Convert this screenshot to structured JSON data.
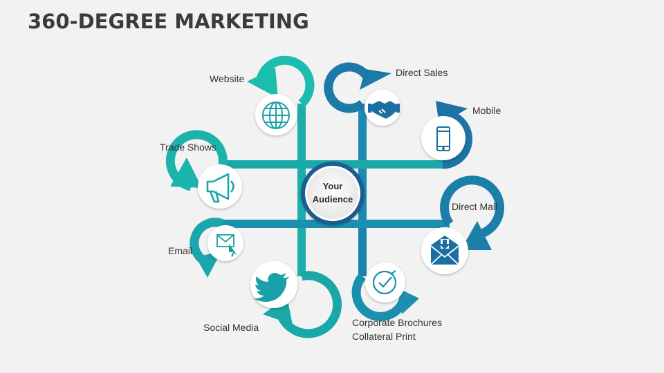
{
  "title": "360-DEGREE MARKETING",
  "center": {
    "line1": "Your",
    "line2": "Audience"
  },
  "channels": {
    "website": "Website",
    "trade_shows": "Trade Shows",
    "email": "Email",
    "social_media": "Social Media",
    "direct_sales": "Direct Sales",
    "mobile": "Mobile",
    "direct_mail": "Direct Mail",
    "brochures_line1": "Corporate Brochures",
    "brochures_line2": "Collateral Print"
  },
  "colors": {
    "teal": "#17b5a8",
    "teal_mid": "#1fa3a8",
    "blue": "#1a7fa8",
    "navy": "#1d5f91",
    "background": "#f2f2f2"
  },
  "icons": {
    "website": "globe-icon",
    "trade_shows": "megaphone-icon",
    "email": "email-cursor-icon",
    "social_media": "twitter-bird-icon",
    "direct_sales": "handshake-icon",
    "mobile": "smartphone-icon",
    "direct_mail": "envelope-download-icon",
    "brochures": "check-badge-icon"
  }
}
